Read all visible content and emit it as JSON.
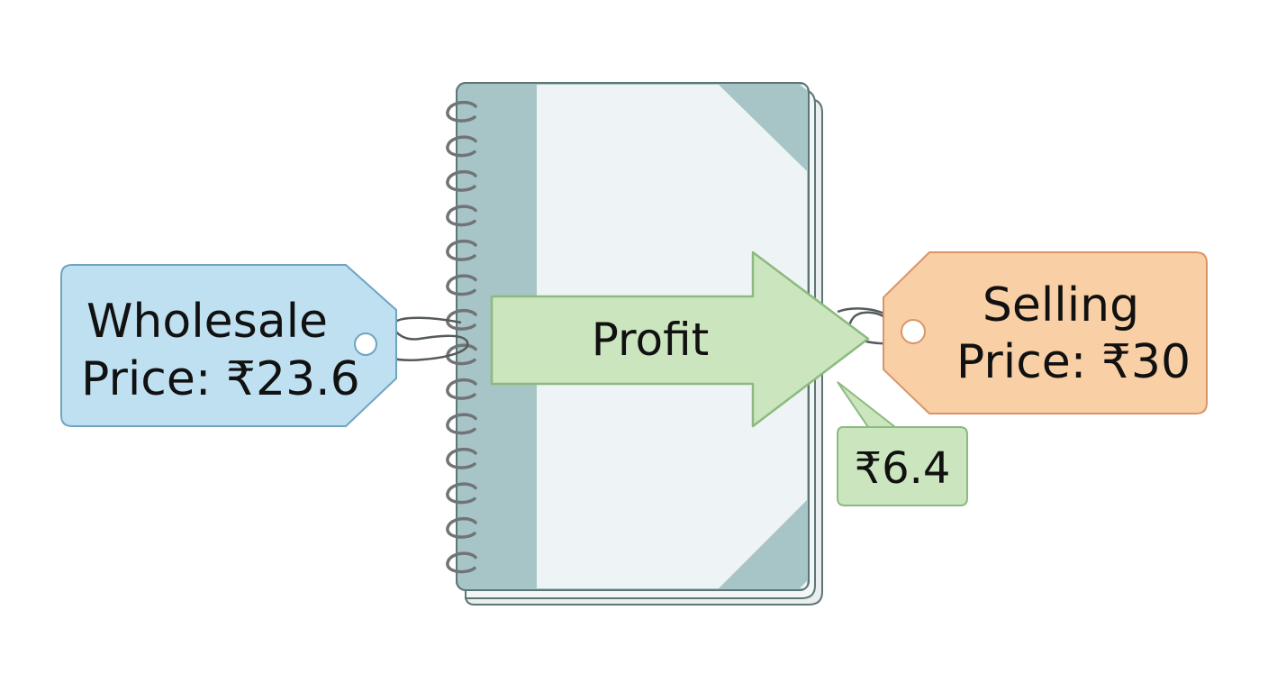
{
  "wholesale_tag": {
    "line1": "Wholesale",
    "line2": "Price: ₹23.6",
    "fill": "#bfe0f1",
    "stroke": "#6fa4c0"
  },
  "selling_tag": {
    "line1": "Selling",
    "line2": "Price: ₹30",
    "fill": "#f9cfa5",
    "stroke": "#d9956a"
  },
  "profit_arrow": {
    "label": "Profit",
    "fill": "#cbe5bf",
    "stroke": "#8cba7e"
  },
  "profit_callout": {
    "value": "₹6.4",
    "fill": "#cbe5bf",
    "stroke": "#8cba7e"
  },
  "notebook": {
    "cover_color": "#a7c5c6",
    "page_color": "#eef4f5",
    "outline_color": "#5e7576",
    "ring_color": "#707476"
  }
}
